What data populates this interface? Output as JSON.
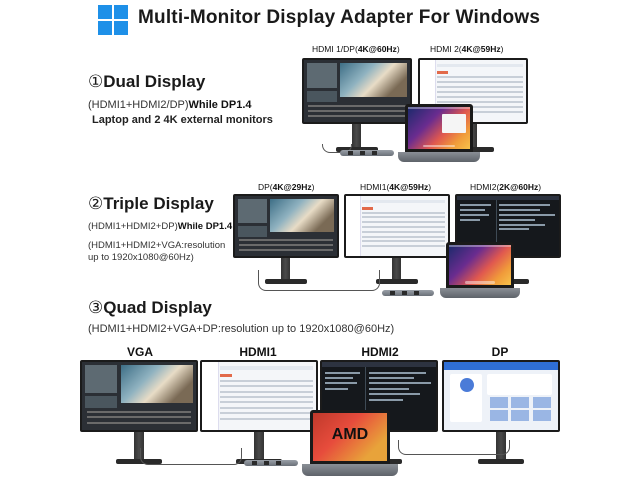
{
  "header": {
    "title": "Multi-Monitor Display Adapter For Windows",
    "logo_icon": "windows-logo-icon",
    "logo_color": "#1e90e8"
  },
  "dual": {
    "number": "①",
    "title": "Dual Display",
    "line1_prefix": "(HDMI1+HDMI2/DP)",
    "line1_bold": "While DP1.4",
    "line2": "Laptop and 2 4K external monitors",
    "label_left_prefix": "HDMI 1/DP(",
    "label_left_bold": "4K@60Hz",
    "label_left_suffix": ")",
    "label_right_prefix": "HDMI 2(",
    "label_right_bold": "4K@59Hz",
    "label_right_suffix": ")"
  },
  "triple": {
    "number": "②",
    "title": "Triple Display",
    "line1_prefix": "(HDMI1+HDMI2+DP)",
    "line1_bold": "While DP1.4",
    "line2": "(HDMI1+HDMI2+VGA:resolution",
    "line3": "up to 1920x1080@60Hz)",
    "label1_prefix": "DP(",
    "label1_bold": "4K@29Hz",
    "label1_suffix": ")",
    "label2_prefix": "HDMI1(",
    "label2_bold": "4K@59Hz",
    "label2_suffix": ")",
    "label3_prefix": "HDMI2(",
    "label3_bold": "2K@60Hz",
    "label3_suffix": ")"
  },
  "quad": {
    "number": "③",
    "title": "Quad Display",
    "line1": "(HDMI1+HDMI2+VGA+DP:resolution up to 1920x1080@60Hz)",
    "labels": [
      "VGA",
      "HDMI1",
      "HDMI2",
      "DP"
    ],
    "laptop_text": "AMD"
  }
}
